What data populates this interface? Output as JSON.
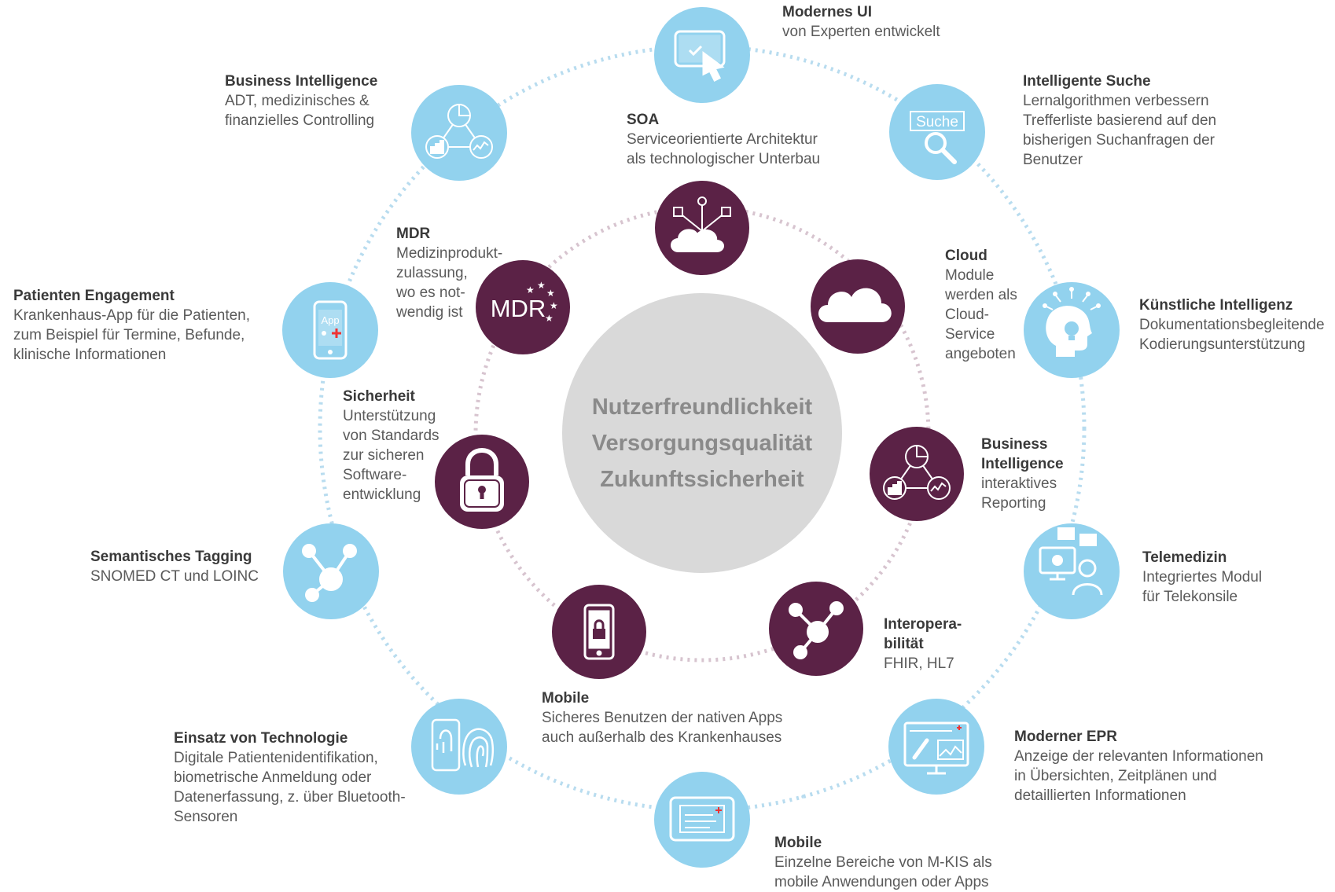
{
  "center": {
    "lines": [
      "Nutzerfreundlichkeit",
      "Versorgungsqualität",
      "Zukunftssicherheit"
    ]
  },
  "colors": {
    "outer": "#92d2ee",
    "inner": "#5b2246",
    "center": "#d9d9d9",
    "outer_ring": "#b8dcef",
    "inner_ring": "#d7c4cf"
  },
  "outer": [
    {
      "icon": "tablet-touch-icon",
      "title": "Modernes UI",
      "desc": "von Experten entwickelt"
    },
    {
      "icon": "search-magnifier-icon",
      "icon_text": "Suche",
      "title": "Intelligente Suche",
      "desc": "Lernalgorithmen verbessern\nTrefferliste basierend auf den\nbisherigen Suchanfragen der\nBenutzer"
    },
    {
      "icon": "head-lightbulb-icon",
      "title": "Künstliche Intelligenz",
      "desc": "Dokumentationsbegleitende\nKodierungsunterstützung"
    },
    {
      "icon": "video-consultation-icon",
      "title": "Telemedizin",
      "desc": "Integriertes Modul\nfür Telekonsile"
    },
    {
      "icon": "monitor-record-icon",
      "title": "Moderner EPR",
      "desc": "Anzeige der relevanten Informationen\nin Übersichten, Zeitplänen und\ndetaillierten Informationen"
    },
    {
      "icon": "tablet-record-icon",
      "title": "Mobile",
      "desc": "Einzelne Bereiche  von M-KIS als\nmobile Anwendungen oder Apps"
    },
    {
      "icon": "fingerprint-phone-icon",
      "title": "Einsatz von Technologie",
      "desc": "Digitale Patientenidentifikation,\nbiometrische Anmeldung oder\nDatenerfassung, z. über Bluetooth-\nSensoren"
    },
    {
      "icon": "network-nodes-icon",
      "title": "Semantisches Tagging",
      "desc": "SNOMED CT und LOINC"
    },
    {
      "icon": "phone-app-icon",
      "icon_text": "App",
      "title": "Patienten Engagement",
      "desc": "Krankenhaus-App für die Patienten,\nzum Beispiel für Termine, Befunde,\nklinische Informationen"
    },
    {
      "icon": "analytics-icon",
      "title": "Business Intelligence",
      "desc": "ADT, medizinisches &\nfinanzielles Controlling"
    }
  ],
  "inner": [
    {
      "icon": "soa-cloud-network-icon",
      "title": "SOA",
      "desc": "Serviceorientierte Architektur\nals technologischer Unterbau"
    },
    {
      "icon": "cloud-icon",
      "title": "Cloud",
      "desc": "Module\nwerden als\nCloud-\nService\nangeboten"
    },
    {
      "icon": "analytics-icon",
      "title": "Business\nIntelligence",
      "desc": "interaktives\nReporting"
    },
    {
      "icon": "network-nodes-icon",
      "title": "Interopera-\nbilität",
      "desc": "FHIR, HL7"
    },
    {
      "icon": "phone-lock-icon",
      "title": "Mobile",
      "desc": "Sicheres Benutzen der nativen Apps\nauch außerhalb des Krankenhauses"
    },
    {
      "icon": "padlock-icon",
      "title": "Sicherheit",
      "desc": "Unterstützung\nvon Standards\nzur sicheren\nSoftware-\nentwicklung"
    },
    {
      "icon": "mdr-stars-icon",
      "icon_text": "MDR",
      "title": "MDR",
      "desc": "Medizinprodukt-\nzulassung,\nwo es  not-\nwendig ist"
    }
  ]
}
